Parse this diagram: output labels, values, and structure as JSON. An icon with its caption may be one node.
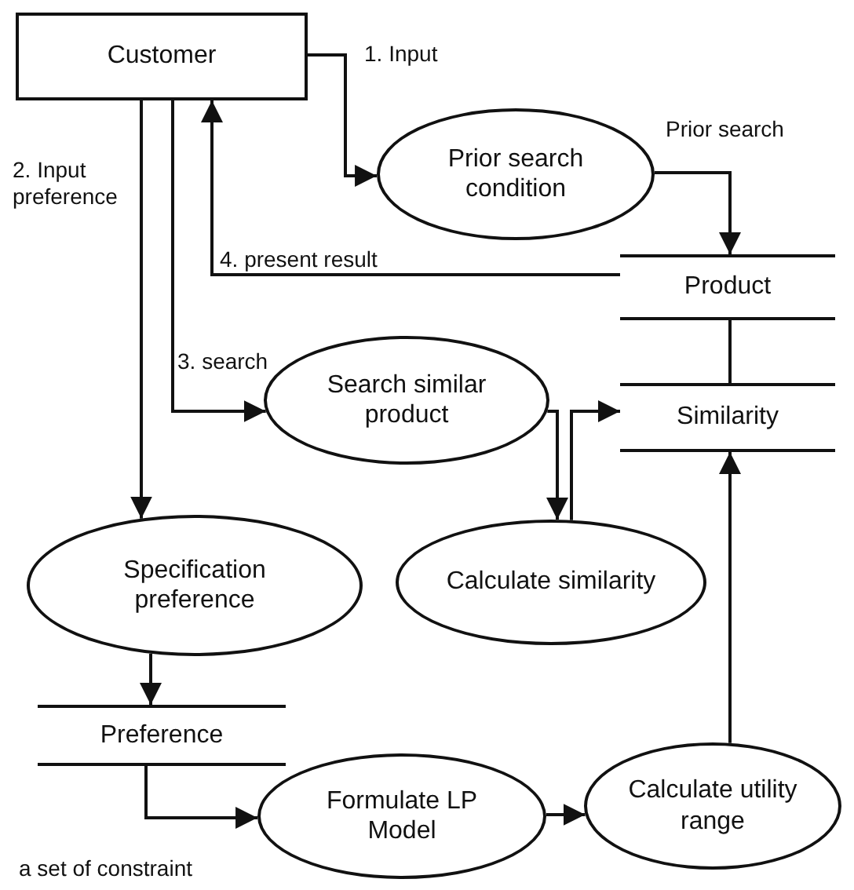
{
  "diagram": {
    "nodes": [
      {
        "text": [
          "Customer"
        ]
      },
      {
        "text": [
          "Prior search condition"
        ]
      },
      {
        "text": [
          "Product"
        ]
      },
      {
        "text": [
          "Similarity"
        ]
      },
      {
        "text": [
          "Search similar product"
        ]
      },
      {
        "text": [
          "Specification preference"
        ]
      },
      {
        "text": [
          "Calculate similarity"
        ]
      },
      {
        "text": [
          "Preference"
        ]
      },
      {
        "text": [
          "Formulate LP Model"
        ]
      },
      {
        "text": [
          "Calculate utility range"
        ]
      }
    ],
    "edges": [
      {
        "from": 0,
        "to": 1,
        "arrow": "to",
        "label": "1. Input"
      },
      {
        "from": 1,
        "to": 2,
        "arrow": "to",
        "label": "Prior search"
      },
      {
        "from": 2,
        "to": 0,
        "arrow": "to",
        "label": "4. present result"
      },
      {
        "from": 0,
        "to": 5,
        "arrow": "to",
        "label": "2. Input preference"
      },
      {
        "from": 0,
        "to": 4,
        "arrow": "to",
        "label": "3. search"
      },
      {
        "from": 4,
        "to": 6,
        "arrow": "to"
      },
      {
        "from": 6,
        "to": 3,
        "arrow": "to"
      },
      {
        "from": 2,
        "to": 3,
        "arrow": "none"
      },
      {
        "from": 5,
        "to": 7,
        "arrow": "to"
      },
      {
        "from": 7,
        "to": 8,
        "arrow": "to",
        "label": "a set of constraint"
      },
      {
        "from": 8,
        "to": 9,
        "arrow": "to"
      },
      {
        "from": 9,
        "to": 3,
        "arrow": "to"
      }
    ]
  }
}
